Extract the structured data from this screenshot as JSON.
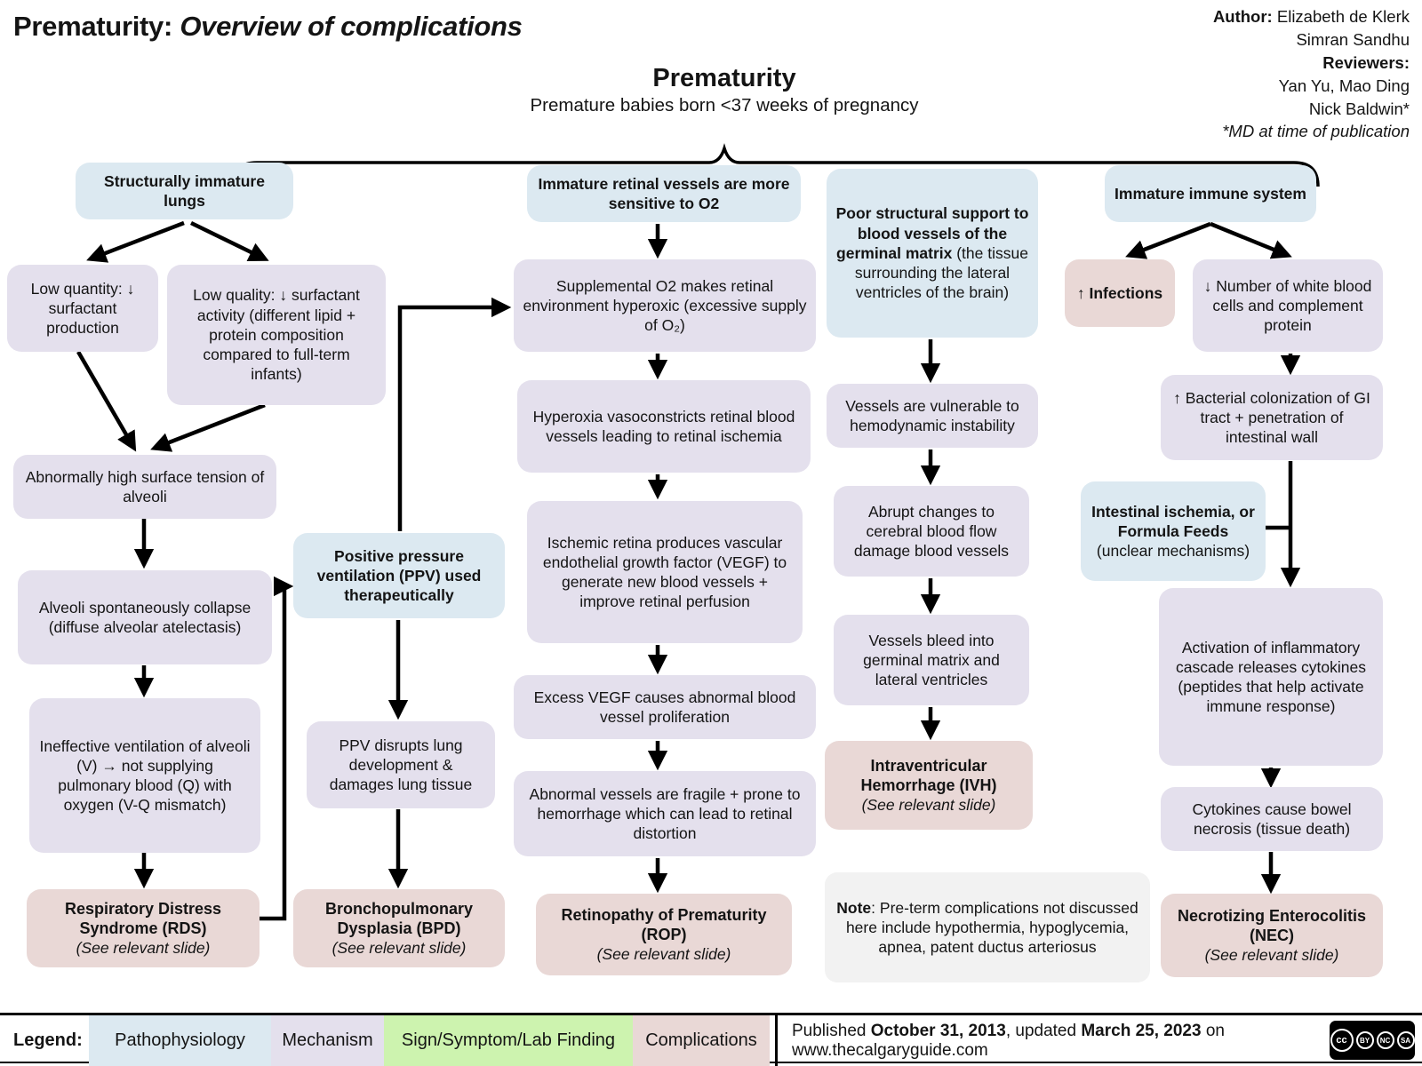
{
  "header": {
    "page_title": {
      "lead": "Prematurity:",
      "rest": " Overview of complications"
    },
    "credits": {
      "author_label": "Author:",
      "author_1": " Elizabeth de Klerk",
      "author_2": "Simran Sandhu",
      "reviewers_label": "Reviewers:",
      "reviewer_1": "Yan Yu, Mao Ding",
      "reviewer_2": "Nick Baldwin*",
      "footnote": "*MD at time of publication"
    },
    "root_title": "Prematurity",
    "root_subtitle": "Premature babies born <37 weeks of pregnancy"
  },
  "flow": {
    "lungs_root": "Structurally immature lungs",
    "low_quantity": "Low quantity: ↓ surfactant production",
    "low_quality": "Low quality: ↓ surfactant activity (different lipid + protein composition compared to full-term infants)",
    "surface_tension": "Abnormally high surface tension of alveoli",
    "alveoli_collapse": "Alveoli spontaneously collapse (diffuse alveolar atelectasis)",
    "vq_mismatch": "Ineffective ventilation of alveoli (V) → not supplying pulmonary blood (Q) with oxygen (V-Q mismatch)",
    "rds": {
      "name": "Respiratory Distress Syndrome (RDS)",
      "note": "(See relevant slide)"
    },
    "ppv": "Positive pressure ventilation (PPV) used therapeutically",
    "ppv_damage": "PPV disrupts lung development & damages lung tissue",
    "bpd": {
      "name": "Bronchopulmonary Dysplasia (BPD)",
      "note": "(See relevant slide)"
    },
    "retina_root": "Immature retinal vessels are more sensitive to O2",
    "supplemental_o2": "Supplemental O2 makes retinal environment hyperoxic (excessive supply of O₂)",
    "hyperoxia": "Hyperoxia vasoconstricts retinal blood vessels leading to retinal ischemia",
    "vegf": "Ischemic retina produces vascular endothelial growth factor (VEGF) to generate new blood vessels + improve retinal perfusion",
    "excess_vegf": "Excess VEGF causes abnormal blood vessel proliferation",
    "fragile_vessels": "Abnormal vessels are fragile + prone to hemorrhage which can lead to retinal distortion",
    "rop": {
      "name": "Retinopathy of Prematurity (ROP)",
      "note": "(See relevant slide)"
    },
    "germinal": {
      "bold": "Poor structural support to blood vessels of the germinal matrix",
      "rest": " (the tissue surrounding the lateral ventricles of the brain)"
    },
    "hemodynamic": "Vessels are vulnerable to hemodynamic instability",
    "abrupt_changes": "Abrupt changes to cerebral blood flow damage blood vessels",
    "vessels_bleed": "Vessels bleed into germinal matrix and lateral ventricles",
    "ivh": {
      "name": "Intraventricular Hemorrhage (IVH)",
      "note": "(See relevant slide)"
    },
    "note": {
      "bold": "Note",
      "rest": ": Pre-term complications not discussed here include hypothermia, hypoglycemia, apnea, patent ductus arteriosus"
    },
    "immune_root": "Immature immune system",
    "infections": "↑ Infections",
    "wbc": "↓ Number of white blood cells and complement protein",
    "bacterial": "↑ Bacterial colonization of GI tract + penetration of intestinal wall",
    "intestinal": {
      "bold": "Intestinal ischemia, or Formula Feeds",
      "rest": " (unclear mechanisms)"
    },
    "cascade": "Activation of inflammatory cascade releases cytokines (peptides that help activate immune response)",
    "cytokines": "Cytokines cause bowel necrosis (tissue death)",
    "nec": {
      "name": "Necrotizing Enterocolitis (NEC)",
      "note": "(See relevant slide)"
    }
  },
  "legend": {
    "label": "Legend:",
    "items": [
      {
        "label": "Pathophysiology",
        "color": "#dce9f1"
      },
      {
        "label": "Mechanism",
        "color": "#e4e0ed"
      },
      {
        "label": "Sign/Symptom/Lab Finding",
        "color": "#cdf3af"
      },
      {
        "label": "Complications",
        "color": "#e9d8d6"
      }
    ]
  },
  "footer": {
    "published_label": "Published ",
    "published_date": "October 31, 2013",
    "updated_label": ", updated ",
    "updated_date": "March 25, 2023",
    "site_suffix": " on www.thecalgaryguide.com",
    "cc_parts": [
      "cc",
      "BY",
      "NC",
      "SA"
    ]
  },
  "colors": {
    "pathophysiology": "#dce9f1",
    "mechanism": "#e4e0ed",
    "sign_symptom_lab_finding": "#cdf3af",
    "complication": "#e9d8d6",
    "note_background": "#f2f2f2",
    "connector": "#000000"
  }
}
